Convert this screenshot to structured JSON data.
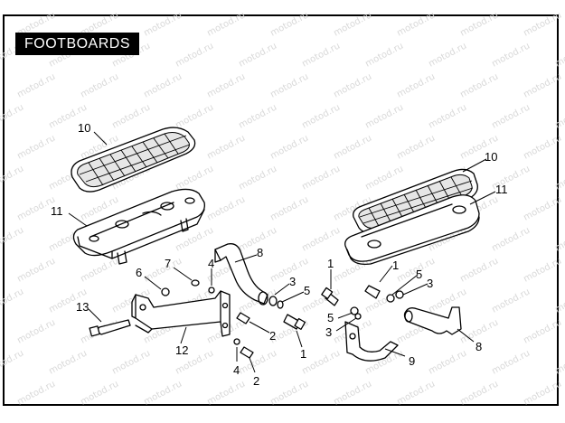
{
  "title": "FOOTBOARDS",
  "watermark": "motod.ru",
  "callouts": [
    {
      "id": "c10a",
      "text": "10"
    },
    {
      "id": "c11a",
      "text": "11"
    },
    {
      "id": "c10b",
      "text": "10"
    },
    {
      "id": "c11b",
      "text": "11"
    },
    {
      "id": "c8a",
      "text": "8"
    },
    {
      "id": "c7",
      "text": "7"
    },
    {
      "id": "c4a",
      "text": "4"
    },
    {
      "id": "c6",
      "text": "6"
    },
    {
      "id": "c13",
      "text": "13"
    },
    {
      "id": "c3a",
      "text": "3"
    },
    {
      "id": "c5a",
      "text": "5"
    },
    {
      "id": "c2a",
      "text": "2"
    },
    {
      "id": "c12",
      "text": "12"
    },
    {
      "id": "c4b",
      "text": "4"
    },
    {
      "id": "c2b",
      "text": "2"
    },
    {
      "id": "c1a",
      "text": "1"
    },
    {
      "id": "c1b",
      "text": "1"
    },
    {
      "id": "c1c",
      "text": "1"
    },
    {
      "id": "c5b",
      "text": "5"
    },
    {
      "id": "c3b",
      "text": "3"
    },
    {
      "id": "c5c",
      "text": "5"
    },
    {
      "id": "c3c",
      "text": "3"
    },
    {
      "id": "c9",
      "text": "9"
    },
    {
      "id": "c8b",
      "text": "8"
    }
  ]
}
